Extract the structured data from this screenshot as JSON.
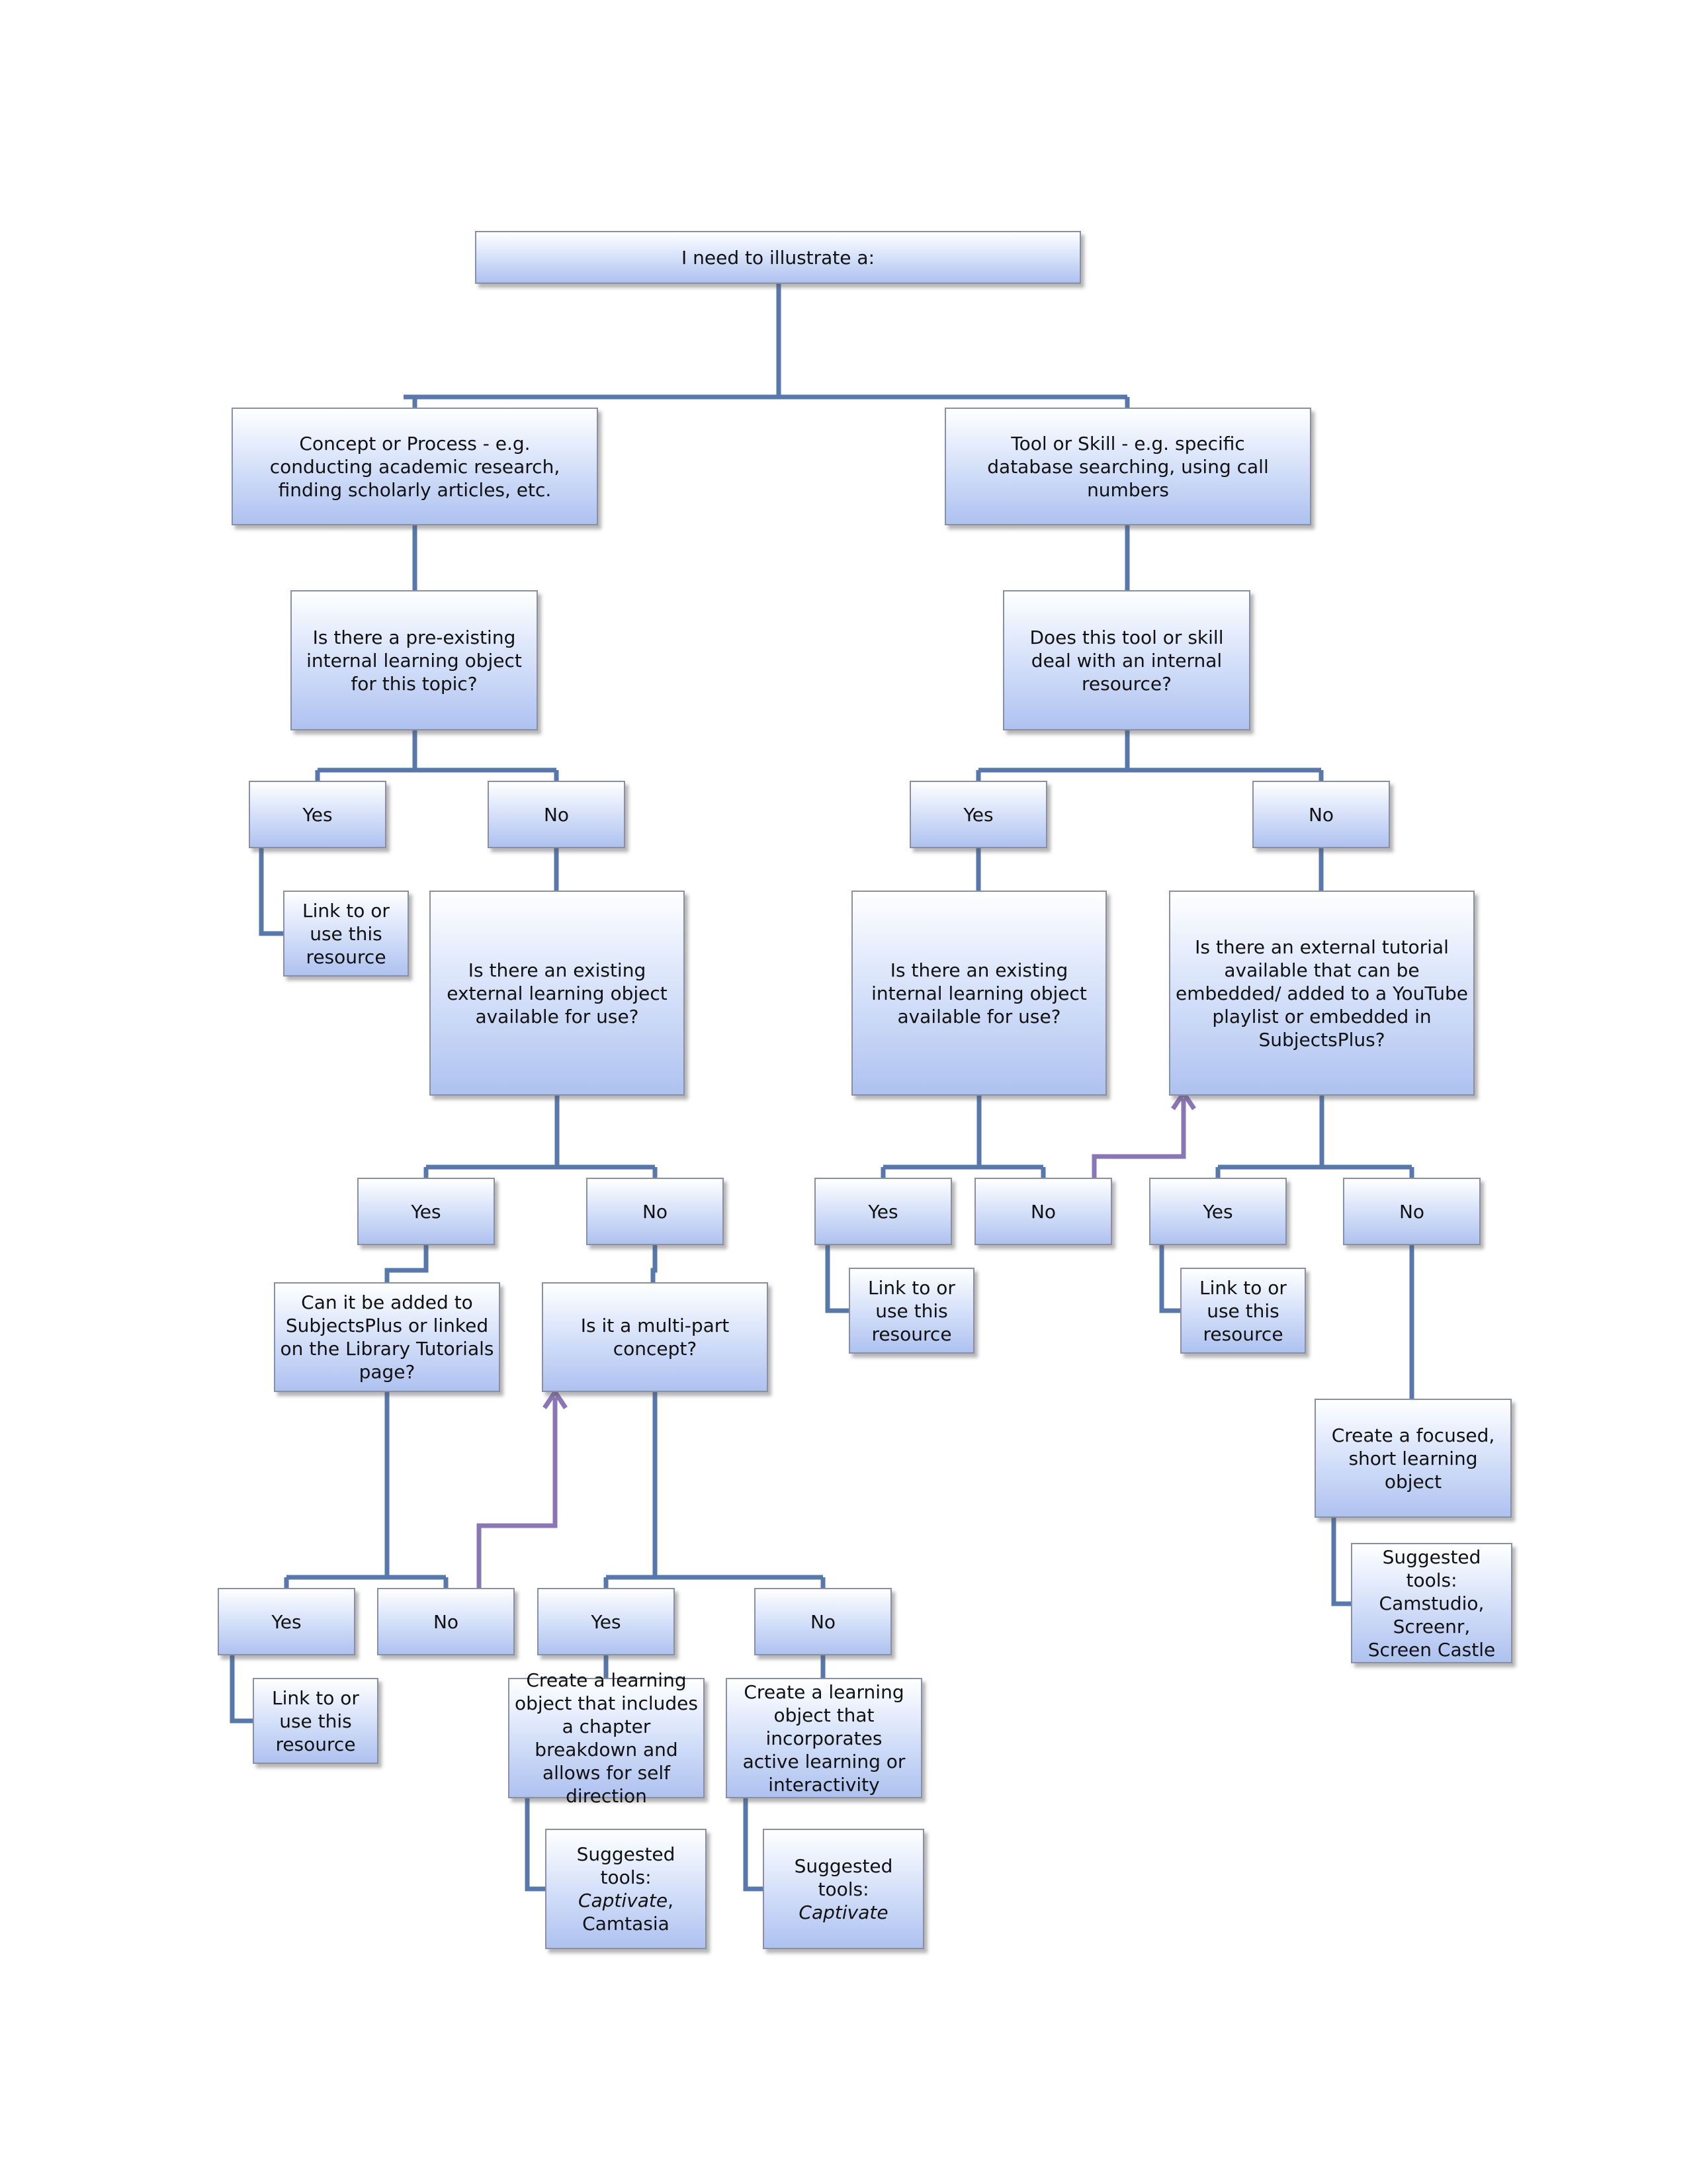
{
  "colors": {
    "connector": "#5877ab",
    "cross_link": "#8a76b4",
    "box_border": "#8a8fa6",
    "box_fill_top": "#ffffff",
    "box_fill_bottom": "#aec2f0"
  },
  "nodes": {
    "root": "I need to illustrate a:",
    "concept": "Concept or Process - e.g. conducting academic research, finding scholarly articles, etc.",
    "tool": "Tool or Skill - e.g. specific database searching, using call numbers",
    "q_preexisting": "Is there a pre-existing internal learning object for this topic?",
    "q_internal_resource": "Does this tool or skill deal with an internal resource?",
    "a_yes_1": "Yes",
    "a_no_1": "No",
    "a_yes_2": "Yes",
    "a_no_2": "No",
    "link_1": "Link to or use this resource",
    "q_external_object": "Is there an existing external learning object available for use?",
    "q_internal_object": "Is there an existing internal learning object available for use?",
    "q_external_tutorial": "Is there an external tutorial available that can be embedded/ added to a YouTube playlist or embedded in SubjectsPlus?",
    "a_yes_3": "Yes",
    "a_no_3": "No",
    "a_yes_4": "Yes",
    "a_no_4": "No",
    "a_yes_5": "Yes",
    "a_no_5": "No",
    "q_subjectsplus": "Can it be added to SubjectsPlus or linked on the Library Tutorials page?",
    "q_multipart": "Is it a multi-part concept?",
    "link_2": "Link to or use this resource",
    "link_3": "Link to or use this resource",
    "create_focused": "Create a focused, short learning object",
    "tools_focused": "Suggested tools: Camstudio, Screenr, Screen Castle",
    "a_yes_6": "Yes",
    "a_no_6": "No",
    "a_yes_7": "Yes",
    "a_no_7": "No",
    "link_4": "Link to or use this resource",
    "create_chapter": "Create a learning object that includes a chapter breakdown and allows for self direction",
    "create_active": "Create a learning object that incorporates active learning or interactivity",
    "tools_chapter_label": "Suggested tools:",
    "tools_chapter_captivate": "Captivate",
    "tools_chapter_sep": ",",
    "tools_chapter_camtasia": "Camtasia",
    "tools_active_label": "Suggested tools:",
    "tools_active_captivate": "Captivate"
  }
}
